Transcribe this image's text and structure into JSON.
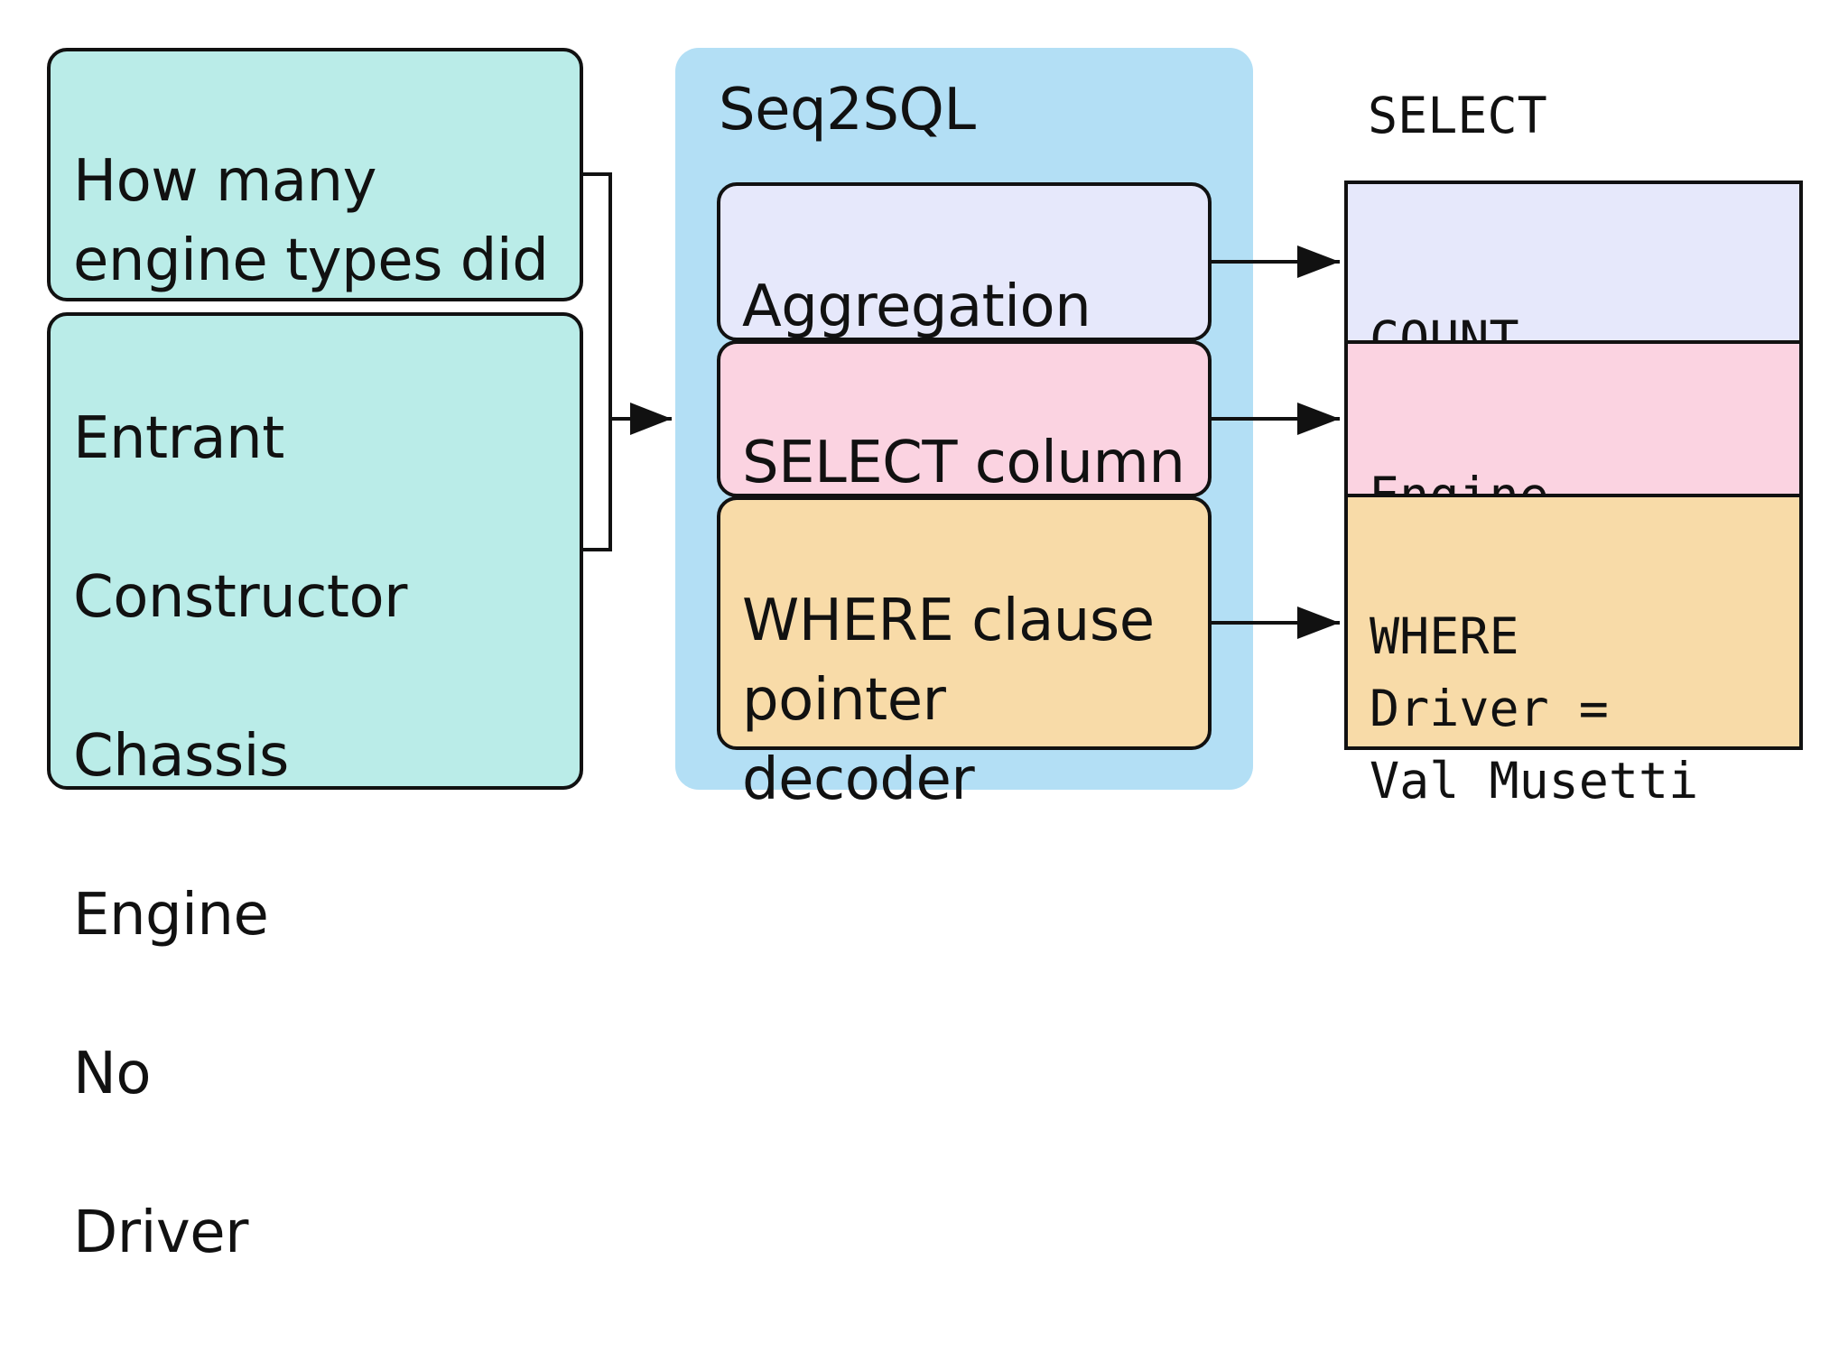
{
  "inputs": {
    "question": "How many\nengine types did\nVal Musetti use?",
    "table_columns": [
      "Entrant",
      "Constructor",
      "Chassis",
      "Engine",
      "No",
      "Driver"
    ]
  },
  "model": {
    "title": "Seq2SQL",
    "modules": {
      "aggregation": "Aggregation\nclassifier",
      "select_column": "SELECT column\npointer",
      "where_clause": "WHERE clause\npointer\ndecoder"
    }
  },
  "output": {
    "select_keyword": "SELECT",
    "aggregation": "COUNT",
    "column": "Engine",
    "where_clause": "WHERE\nDriver =\nVal Musetti"
  },
  "colors": {
    "input_fill": "#baece8",
    "model_panel_fill": "#b3dff5",
    "aggregation_fill": "#e6e8fb",
    "select_fill": "#fbd3e1",
    "where_fill": "#f8dba8",
    "stroke": "#111111"
  }
}
